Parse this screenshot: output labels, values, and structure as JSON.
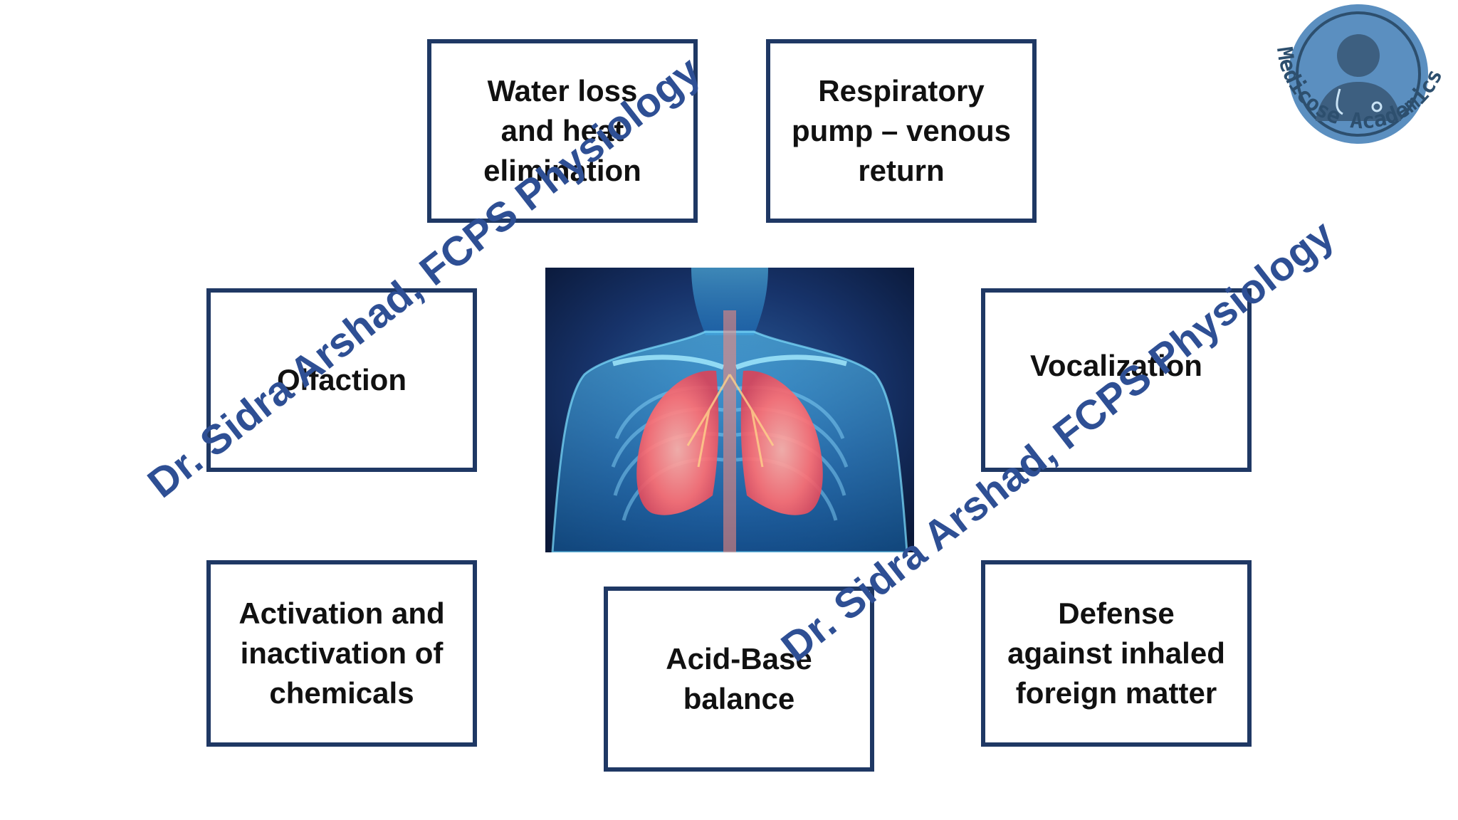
{
  "boxes": {
    "water_loss": "Water loss\nand heat\nelimination",
    "respiratory_pump": "Respiratory\npump – venous\nreturn",
    "olfaction": "Olfaction",
    "vocalization": "Vocalization",
    "activation": "Activation and\ninactivation of\nchemicals",
    "acid_base": "Acid-Base\nbalance",
    "defense": "Defense\nagainst inhaled\nforeign matter"
  },
  "watermark": {
    "text": "Dr. Sidra Arshad, FCPS Physiology",
    "color": "#2e4f94"
  },
  "logo": {
    "text": "Medicose Academics",
    "icon": "doctor-avatar-icon",
    "color": "#5b8fc0"
  },
  "image": {
    "icon": "human-lungs-illustration"
  },
  "colors": {
    "box_border": "#1f3864",
    "box_text": "#111111"
  }
}
